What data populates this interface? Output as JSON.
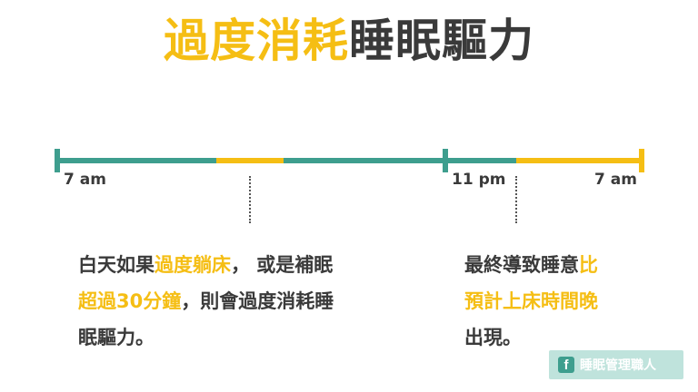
{
  "title": {
    "highlight": "過度消耗",
    "rest": "睡眠驅力"
  },
  "timeline": {
    "labels": [
      "7 am",
      "11 pm",
      "7 am"
    ]
  },
  "left_paragraph": {
    "line1_a": "白天如果",
    "line1_hl": "過度躺床",
    "line1_b": "， 或是補眠",
    "line2_hl": "超過30分鐘",
    "line2_b": "，則會過度消耗睡",
    "line3": "眠驅力。"
  },
  "right_paragraph": {
    "line1_a": "最終導致睡意",
    "line1_hl": "比",
    "line2_hl": "預計上床時間晚",
    "line3": "出現。"
  },
  "badge": {
    "icon": "f",
    "text": "睡眠管理職人"
  },
  "colors": {
    "accent": "#F5BE14",
    "teal": "#3E9E8E",
    "text": "#3A3A3A"
  }
}
